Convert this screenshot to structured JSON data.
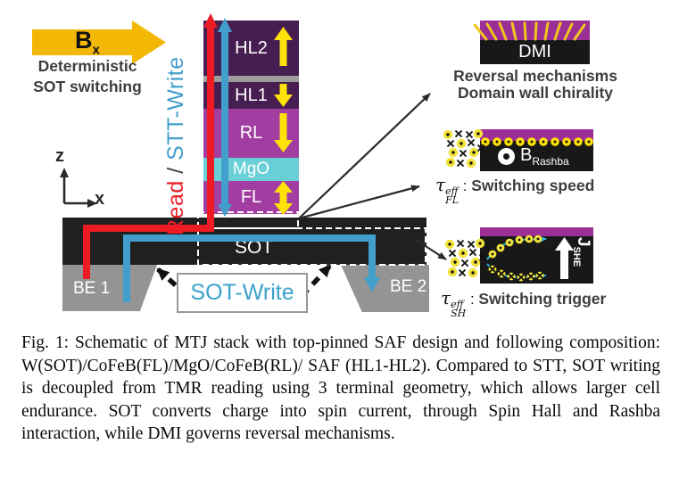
{
  "colors": {
    "field_arrow_yellow": "#f3b705",
    "magnetization_yellow": "#ffe20a",
    "read_red": "#ed1c24",
    "write_blue": "#429fcc",
    "dark_purple_layer": "#471e52",
    "purple_layer": "#a23ea2",
    "mgo_cyan": "#69cfd6",
    "sot_black": "#202020",
    "electrode_gray": "#949494",
    "text_gray": "#3e3e3e"
  },
  "left_panel": {
    "bx_main": "B",
    "bx_sub": "x",
    "caption_line1": "Deterministic",
    "caption_line2": "SOT switching"
  },
  "axis": {
    "z_label": "z",
    "x_label": "x"
  },
  "vertical_label": {
    "read": "Read",
    "separator": " / ",
    "stt_write": "STT-Write"
  },
  "stack": {
    "layers": [
      {
        "label": "HL2",
        "magnetization": "up"
      },
      {
        "label": "",
        "magnetization": "spacer"
      },
      {
        "label": "HL1",
        "magnetization": "down"
      },
      {
        "label": "RL",
        "magnetization": "down"
      },
      {
        "label": "MgO",
        "magnetization": "none"
      },
      {
        "label": "FL",
        "magnetization": "up-down"
      }
    ]
  },
  "bottom": {
    "sot_label": "SOT",
    "be1_label": "BE 1",
    "be2_label": "BE 2",
    "sot_write_label": "SOT-Write"
  },
  "right_panel": {
    "dmi": {
      "box_label": "DMI",
      "line1": "Reversal mechanisms",
      "line2": "Domain wall chirality"
    },
    "rashba": {
      "b_main": "B",
      "b_sub": "Rashba",
      "tau_symbol": "τ",
      "tau_sup": "eff",
      "tau_sub": "FL",
      "colon": " : ",
      "desc": "Switching speed"
    },
    "spin_hall": {
      "j_main": "J",
      "j_sub": "SHE",
      "tau_symbol": "τ",
      "tau_sup": "eff",
      "tau_sub": "SH",
      "colon": " : ",
      "desc": "Switching trigger"
    }
  },
  "caption": {
    "text": "Fig. 1: Schematic of MTJ stack with top-pinned SAF design and following composition: W(SOT)/CoFeB(FL)/MgO/CoFeB(RL)/ SAF (HL1-HL2). Compared to STT, SOT writing is decoupled from TMR reading using 3 terminal geometry, which allows larger cell endurance. SOT converts charge into spin current, through Spin Hall and Rashba interaction, while DMI governs reversal mechanisms."
  }
}
